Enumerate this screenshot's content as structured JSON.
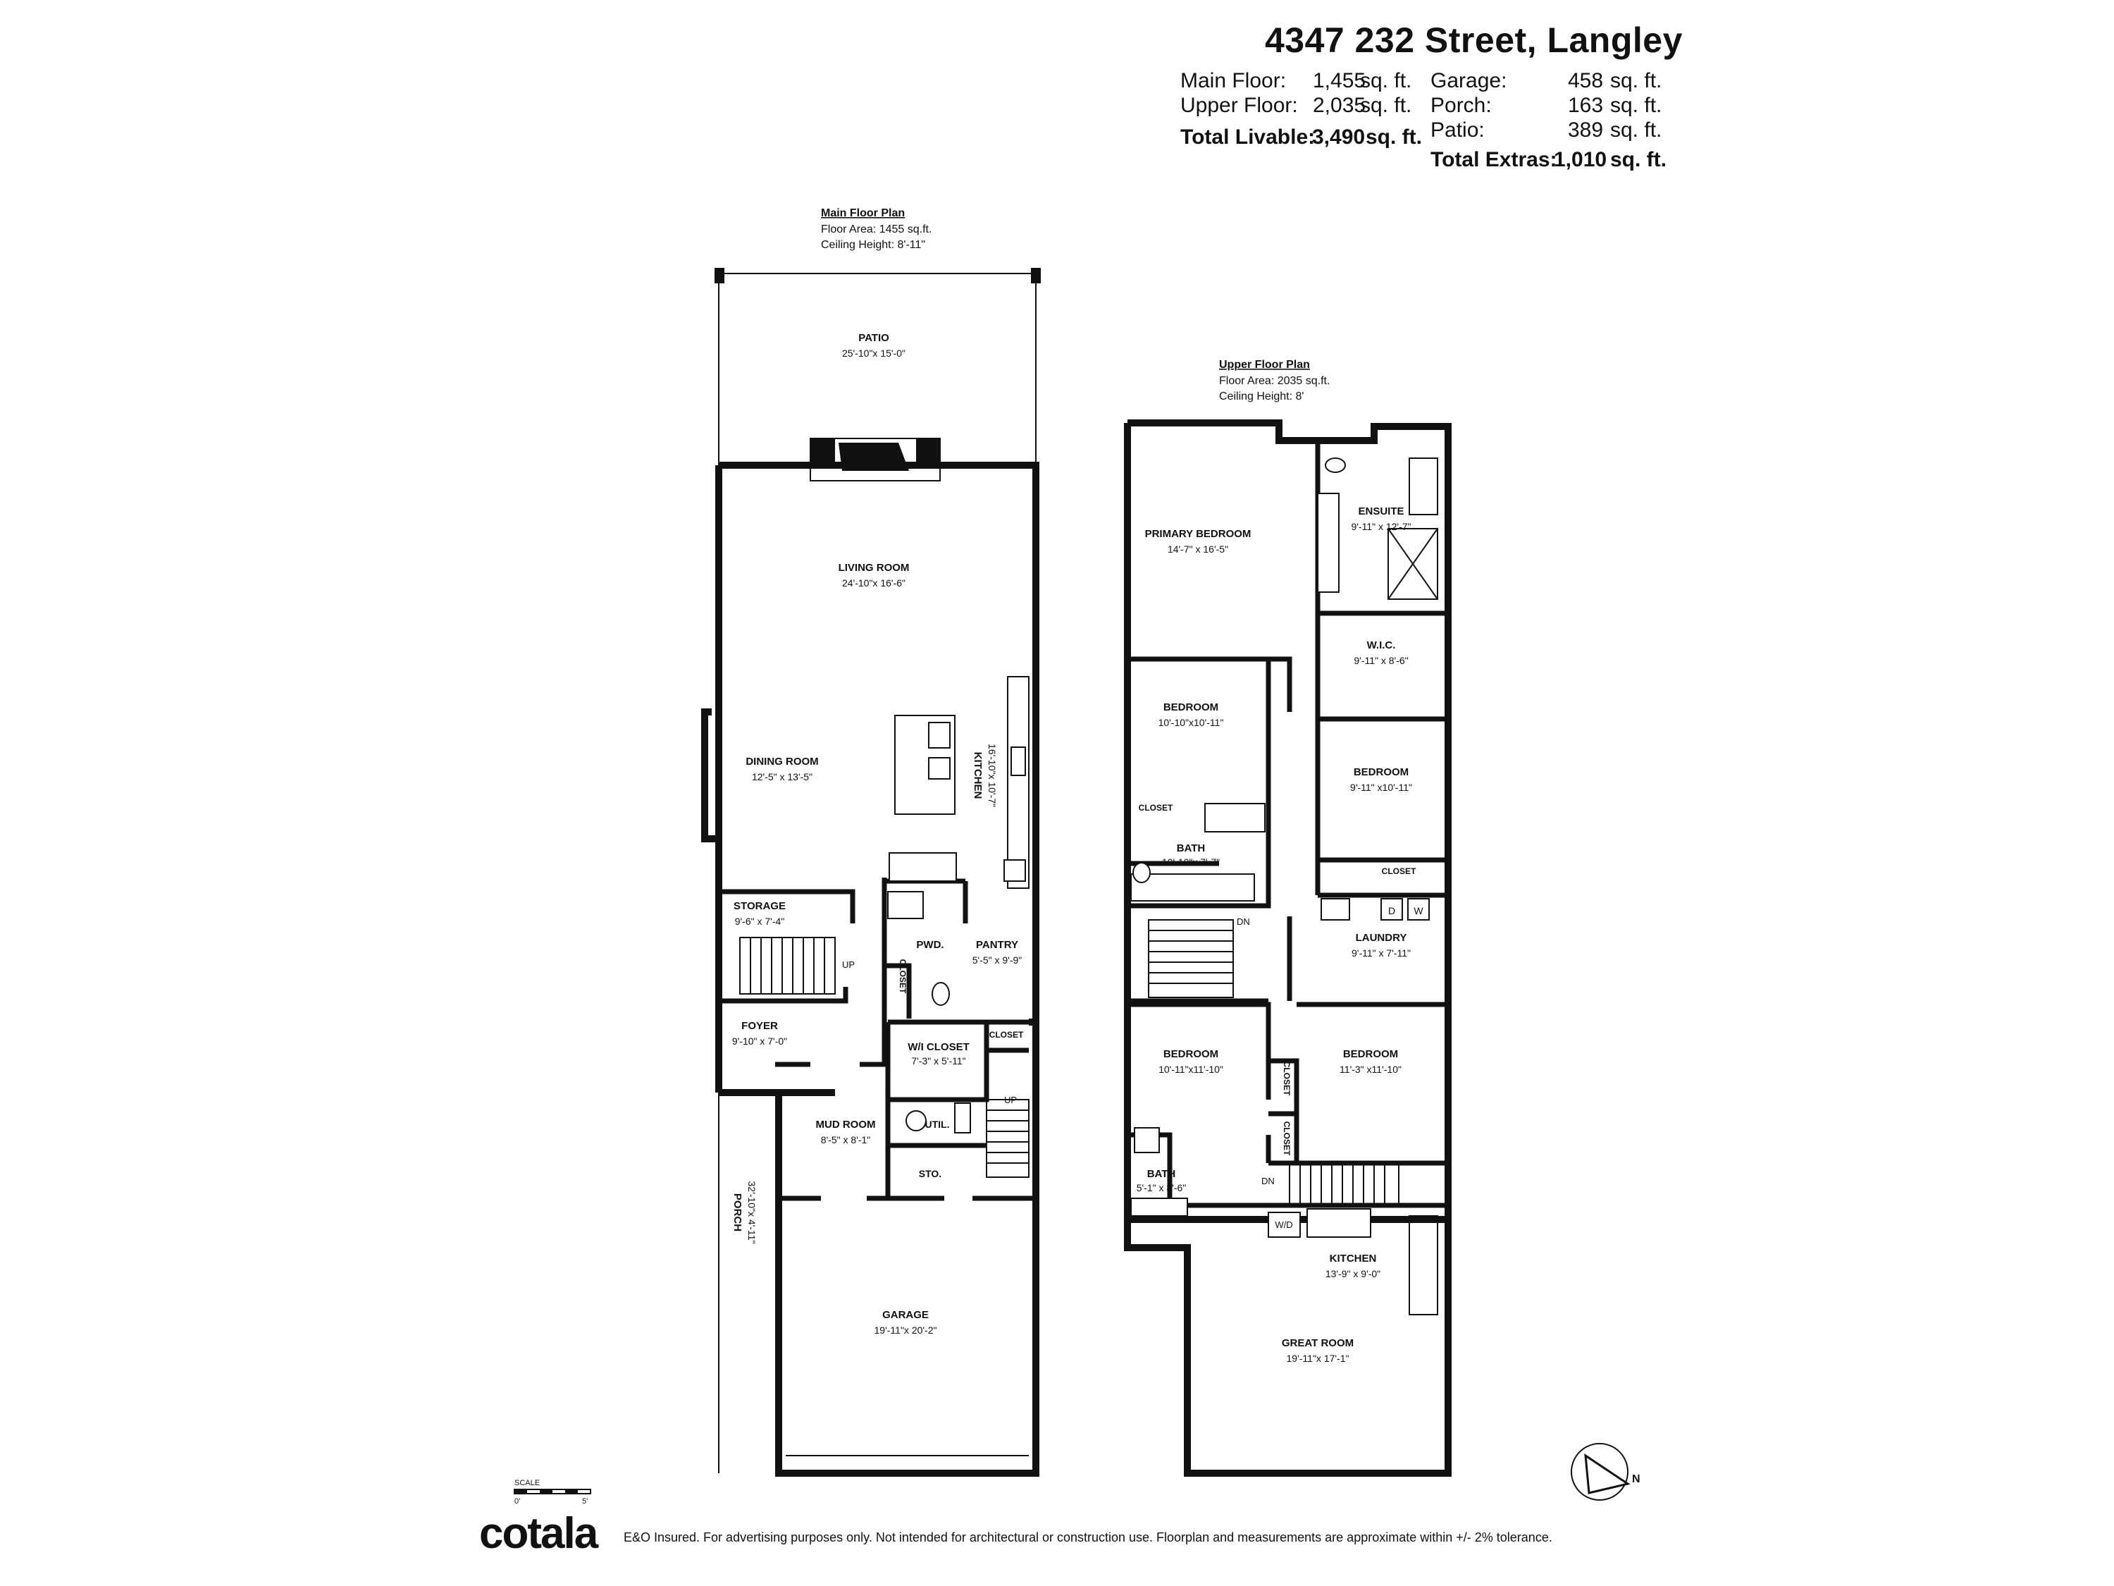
{
  "header": {
    "title": "4347 232 Street, Langley",
    "livable": [
      {
        "label": "Main Floor:",
        "value": "1,455",
        "unit": "sq. ft."
      },
      {
        "label": "Upper Floor:",
        "value": "2,035",
        "unit": "sq. ft."
      },
      {
        "label": "Total Livable:",
        "value": "3,490",
        "unit": "sq. ft."
      }
    ],
    "extras": [
      {
        "label": "Garage:",
        "value": "458",
        "unit": "sq. ft."
      },
      {
        "label": "Porch:",
        "value": "163",
        "unit": "sq. ft."
      },
      {
        "label": "Patio:",
        "value": "389",
        "unit": "sq. ft."
      },
      {
        "label": "Total Extras:",
        "value": "1,010",
        "unit": "sq. ft."
      }
    ]
  },
  "main_floor": {
    "title": "Main Floor Plan",
    "area": "Floor Area: 1455 sq.ft.",
    "ceiling": "Ceiling Height: 8'-11\"",
    "rooms": {
      "patio": {
        "name": "PATIO",
        "dim": "25'-10\"x 15'-0\""
      },
      "fp": {
        "name": "FP"
      },
      "living": {
        "name": "LIVING ROOM",
        "dim": "24'-10\"x 16'-6\""
      },
      "dining": {
        "name": "DINING ROOM",
        "dim": "12'-5\" x 13'-5\""
      },
      "kitchen": {
        "name": "KITCHEN",
        "dim": "16'-10\"x 10'-7\""
      },
      "storage": {
        "name": "STORAGE",
        "dim": "9'-6\" x 7'-4\""
      },
      "pwd": {
        "name": "PWD."
      },
      "pantry": {
        "name": "PANTRY",
        "dim": "5'-5\" x 9'-9\""
      },
      "closet1": {
        "name": "CLOSET"
      },
      "closet2": {
        "name": "CLOSET"
      },
      "foyer": {
        "name": "FOYER",
        "dim": "9'-10\" x 7'-0\""
      },
      "wicloset": {
        "name": "W/I CLOSET",
        "dim": "7'-3\" x 5'-11\""
      },
      "util": {
        "name": "UTIL."
      },
      "mudroom": {
        "name": "MUD ROOM",
        "dim": "8'-5\" x 8'-1\""
      },
      "sto": {
        "name": "STO."
      },
      "porch": {
        "name": "PORCH",
        "dim": "32'-10\"x 4'-11\""
      },
      "garage": {
        "name": "GARAGE",
        "dim": "19'-11\"x 20'-2\""
      },
      "up1": "UP",
      "up2": "UP"
    }
  },
  "upper_floor": {
    "title": "Upper Floor Plan",
    "area": "Floor Area: 2035 sq.ft.",
    "ceiling": "Ceiling Height: 8'",
    "rooms": {
      "primary": {
        "name": "PRIMARY BEDROOM",
        "dim": "14'-7\" x 16'-5\""
      },
      "ensuite": {
        "name": "ENSUITE",
        "dim": "9'-11\" x 12'-7\""
      },
      "wic": {
        "name": "W.I.C.",
        "dim": "9'-11\" x 8'-6\""
      },
      "bed1": {
        "name": "BEDROOM",
        "dim": "10'-10\"x10'-11\""
      },
      "bed2": {
        "name": "BEDROOM",
        "dim": "9'-11\" x10'-11\""
      },
      "closet_a": {
        "name": "CLOSET"
      },
      "closet_b": {
        "name": "CLOSET"
      },
      "bath1": {
        "name": "BATH",
        "dim": "10'-10\"x 7'-7\""
      },
      "laundry": {
        "name": "LAUNDRY",
        "dim": "9'-11\" x 7'-11\""
      },
      "bed3": {
        "name": "BEDROOM",
        "dim": "10'-11\"x11'-10\""
      },
      "bed4": {
        "name": "BEDROOM",
        "dim": "11'-3\" x11'-10\""
      },
      "closet_c": {
        "name": "CLOSET"
      },
      "closet_d": {
        "name": "CLOSET"
      },
      "bath2": {
        "name": "BATH",
        "dim": "5'-1\" x 8'-6\""
      },
      "kitchen": {
        "name": "KITCHEN",
        "dim": "13'-9\" x 9'-0\""
      },
      "great": {
        "name": "GREAT ROOM",
        "dim": "19'-11\"x 17'-1\""
      },
      "wd": "W/D",
      "d": "D",
      "w": "W",
      "dn1": "DN",
      "dn2": "DN"
    }
  },
  "scale": {
    "label": "SCALE",
    "zero": "0'",
    "five": "5'"
  },
  "compass": {
    "letter": "N"
  },
  "footer": {
    "logo": "cotala",
    "disclaimer": "E&O Insured. For advertising purposes only. Not intended for architectural or construction use. Floorplan and measurements are approximate within +/- 2% tolerance."
  }
}
